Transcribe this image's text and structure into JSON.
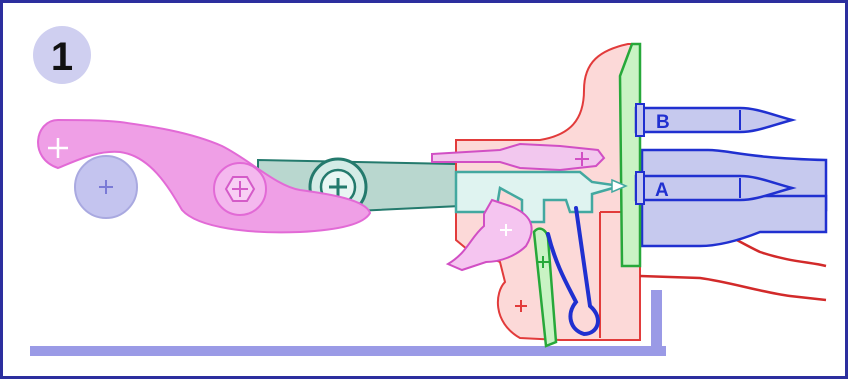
{
  "step_badge": {
    "number": "1"
  },
  "labels": {
    "cartridge_top": "B",
    "cartridge_bottom": "A",
    "pivot_marker": "+"
  },
  "colors": {
    "frame_border": "#2c2f9e",
    "step_badge_fill": "#cfcff0",
    "base_rail": "#9a9ae6",
    "pink_lever": "#ef9fe6",
    "pink_lever_stroke": "#e26ad6",
    "gray_roller": "#c4c4ef",
    "gray_roller_stroke": "#a9a9e0",
    "teal_arm": "#b9d7cf",
    "teal_arm_stroke": "#247a6d",
    "receiver_fill": "#fcd9d8",
    "receiver_stroke": "#e23b3b",
    "bolt_fill": "#dff3f0",
    "bolt_stroke": "#43a8a0",
    "green_parts": "#c9f3c4",
    "green_stroke": "#27a83a",
    "blue_parts": "#2030d0",
    "cartridge_fill": "#c6c9ee",
    "barrel_stroke": "#d22a2a"
  },
  "icons": [
    "plus-pivot-icon",
    "hex-bolt-icon"
  ]
}
